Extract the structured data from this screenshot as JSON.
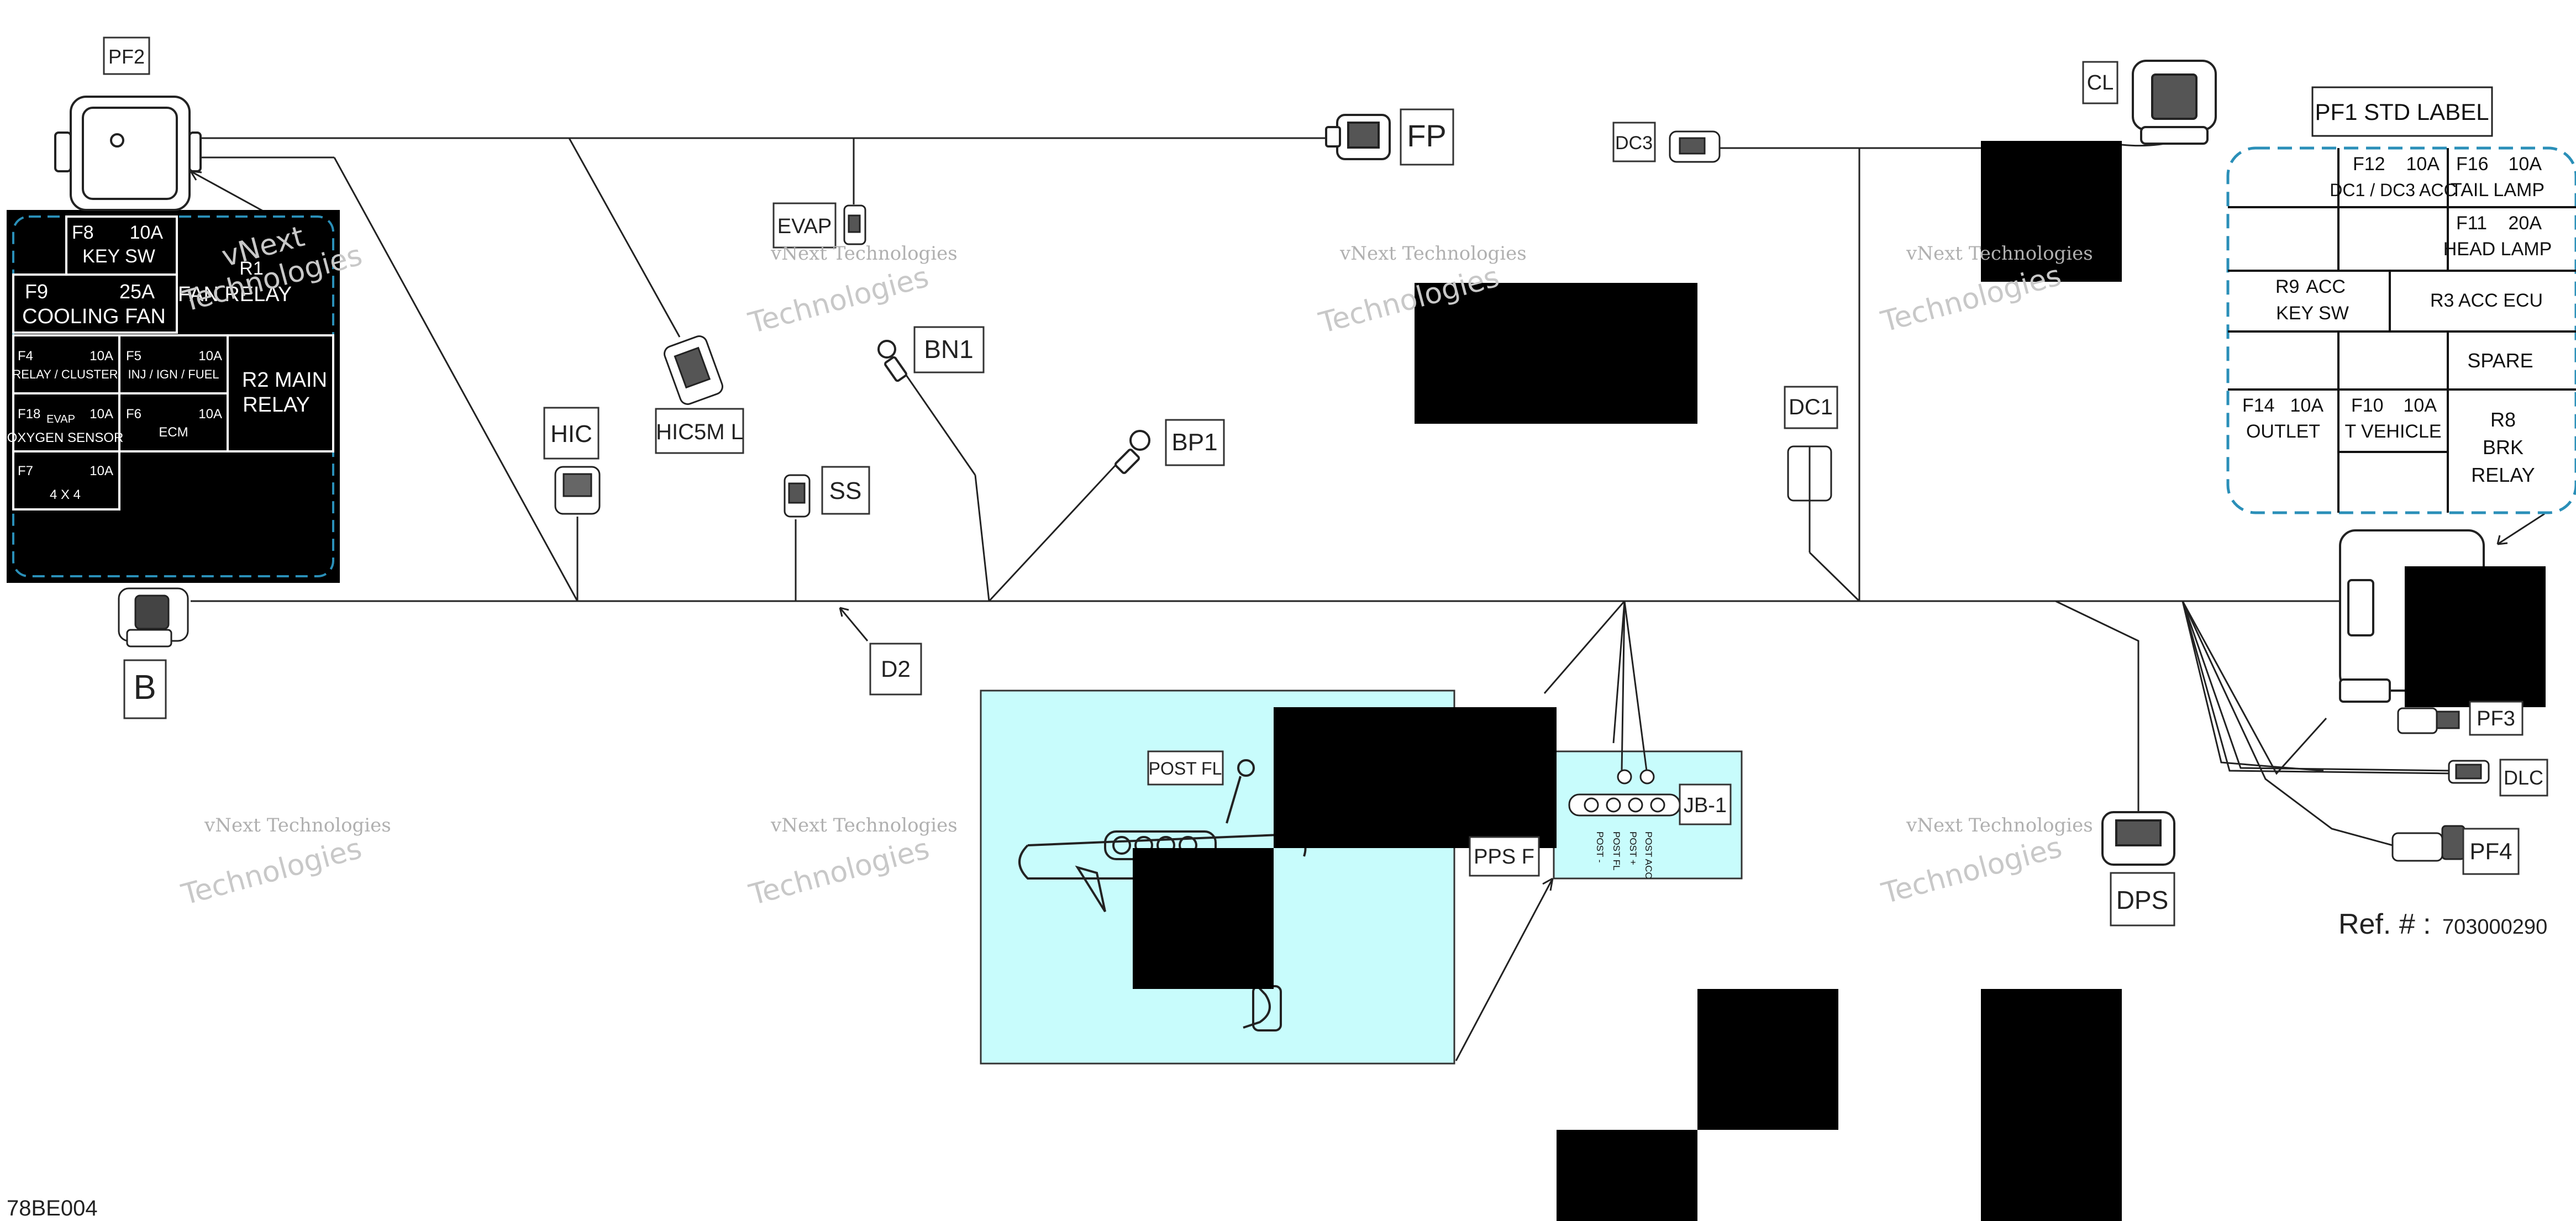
{
  "colors": {
    "wire": "#222222",
    "panel_fill": "#000000",
    "dash_border": "#2a8fb8",
    "inset_fill": "#c8fcfc",
    "watermark": "#b0b0b0"
  },
  "connectors": {
    "pf2": "PF2",
    "b": "B",
    "hic": "HIC",
    "hic5m": "HIC5M  L",
    "evap": "EVAP",
    "ss": "SS",
    "bn1": "BN1",
    "bp1": "BP1",
    "d2": "D2",
    "fp": "FP",
    "dc3": "DC3",
    "cl": "CL",
    "dc1": "DC1",
    "jb1": "JB-1",
    "post_fl": "POST  FL",
    "pps": "PPS  F",
    "dps": "DPS",
    "pf3": "PF3",
    "dlc": "DLC",
    "pf4": "PF4",
    "jb1_inset": "JB-1"
  },
  "jb_posts": [
    "POST -",
    "POST FL",
    "POST +",
    "POST ACC"
  ],
  "fuse_box_left": {
    "f8": {
      "id": "F8",
      "amp": "10A",
      "name": "KEY SW"
    },
    "r1": {
      "id": "R1",
      "name": "FAN RELAY"
    },
    "f9": {
      "id": "F9",
      "amp": "25A",
      "name": "COOLING FAN"
    },
    "f4": {
      "id": "F4",
      "amp": "10A",
      "name": "RELAY / CLUSTER"
    },
    "f5": {
      "id": "F5",
      "amp": "10A",
      "name": "INJ / IGN / FUEL"
    },
    "r2": {
      "line1": "R2 MAIN",
      "line2": "RELAY"
    },
    "f18": {
      "id": "F18",
      "mid": "EVAP",
      "amp": "10A",
      "name": "OXYGEN SENSOR"
    },
    "f6": {
      "id": "F6",
      "amp": "10A",
      "name": "ECM"
    },
    "f7": {
      "id": "F7",
      "amp": "10A",
      "name": "4 X 4"
    }
  },
  "fuse_box_right": {
    "title": "PF1 STD LABEL",
    "f12": {
      "id": "F12",
      "amp": "10A",
      "name": "DC1 / DC3 ACC"
    },
    "f16": {
      "id": "F16",
      "amp": "10A",
      "name": "TAIL LAMP"
    },
    "f11": {
      "id": "F11",
      "amp": "20A",
      "name": "HEAD LAMP"
    },
    "r9": {
      "id": "R9",
      "amp": "ACC",
      "name": "KEY SW"
    },
    "r3": {
      "name": "R3  ACC  ECU"
    },
    "spare": "SPARE",
    "f14": {
      "id": "F14",
      "amp": "10A",
      "name": "OUTLET"
    },
    "f10": {
      "id": "F10",
      "amp": "10A",
      "name": "T VEHICLE"
    },
    "r8": {
      "l1": "R8",
      "l2": "BRK",
      "l3": "RELAY"
    }
  },
  "watermark": {
    "line1": "vNext Technologies",
    "line2": "vNext",
    "line3": "Technologies"
  },
  "ref": {
    "label": "Ref. # :",
    "value": "703000290"
  },
  "figure_code": "78BE004"
}
